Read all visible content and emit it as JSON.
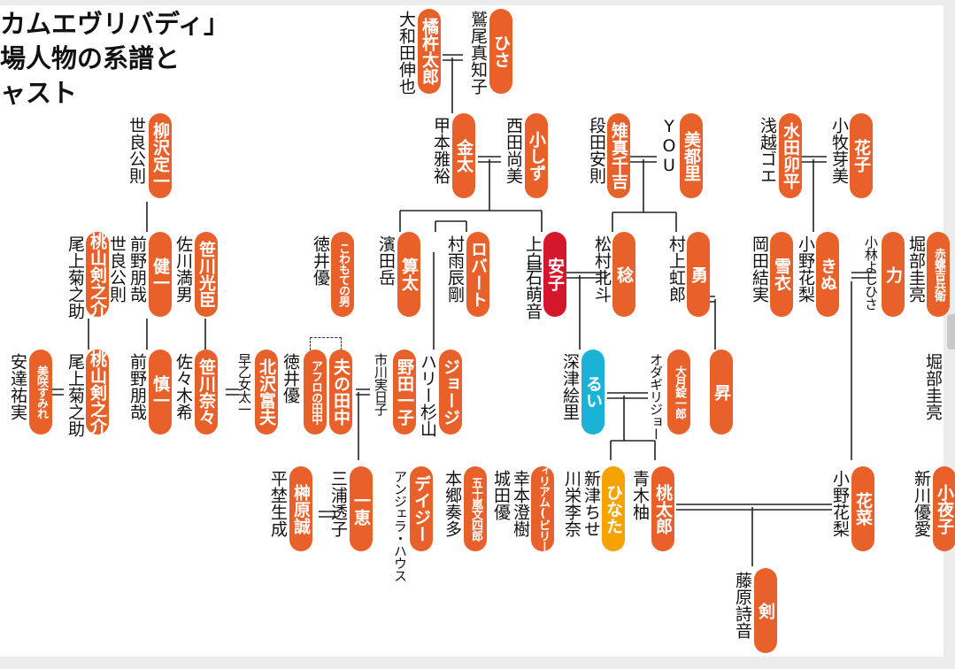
{
  "title": "カムエヴリバディ」\n場人物の系譜と\nャスト",
  "colors": {
    "character": "#e8612a",
    "red": "#d5172c",
    "cyan": "#1ab3d6",
    "yellow": "#f5a300"
  },
  "people": [
    {
      "id": "hisa",
      "name": "ひさ",
      "actor": "鷲尾真知子"
    },
    {
      "id": "kitsutaro",
      "name": "橘杵太郎",
      "actor": "大和田伸也"
    },
    {
      "id": "kinta",
      "name": "金太",
      "actor": "甲本雅裕"
    },
    {
      "id": "koshizu",
      "name": "小しず",
      "actor": "西田尚美"
    },
    {
      "id": "chie",
      "name": "雉真千吉",
      "actor": "段田安則"
    },
    {
      "id": "mitsuri",
      "name": "美都里",
      "actor": "YOU"
    },
    {
      "id": "uhei",
      "name": "水田卯平",
      "actor": "浅越ゴエ"
    },
    {
      "id": "hanako",
      "name": "花子",
      "actor": "小牧芽美"
    },
    {
      "id": "sadaichi",
      "name": "柳沢定一",
      "actor": "世良公則"
    },
    {
      "id": "kenichi",
      "name": "健一",
      "actor": "前野朋哉"
    },
    {
      "id": "kenichi2",
      "name": "健一",
      "actor": "世良公則"
    },
    {
      "id": "kenshinosuke",
      "name": "桃山剣之介",
      "actor": "尾上菊之助"
    },
    {
      "id": "koshin",
      "name": "笹川光臣",
      "actor": "佐川満男"
    },
    {
      "id": "wakamono",
      "name": "こわもての男",
      "actor": "徳井優"
    },
    {
      "id": "santa",
      "name": "算太",
      "actor": "濱田岳"
    },
    {
      "id": "robert",
      "name": "ロバート",
      "actor": "村雨辰剛"
    },
    {
      "id": "anna",
      "name": "安子",
      "actor": "上白石萌音"
    },
    {
      "id": "ken",
      "name": "稔",
      "actor": "松村北斗"
    },
    {
      "id": "isamu",
      "name": "勇",
      "actor": "村上虹郎"
    },
    {
      "id": "yukie",
      "name": "雪衣",
      "actor": "岡田結実"
    },
    {
      "id": "kinu",
      "name": "きぬ",
      "actor": "小野花梨"
    },
    {
      "id": "riki",
      "name": "力",
      "actor": "小林よしひさ"
    },
    {
      "id": "akaneko",
      "name": "赤螺吉兵衛",
      "actor": "堀部圭亮"
    },
    {
      "id": "misaki",
      "name": "美咲すみれ",
      "actor": "安達祐実"
    },
    {
      "id": "kenshinosuke2",
      "name": "桃山剣之介",
      "actor": "尾上菊之助"
    },
    {
      "id": "shinichi",
      "name": "慎一",
      "actor": "前野朋哉"
    },
    {
      "id": "nao",
      "name": "笹川奈々",
      "actor": "佐々木希"
    },
    {
      "id": "kitazawa",
      "name": "北沢富夫",
      "actor": "早乙女太一"
    },
    {
      "id": "afro",
      "name": "アフロの田中",
      "actor": "徳井優"
    },
    {
      "id": "tanaka",
      "name": "夫の田中",
      "actor": "徳井優"
    },
    {
      "id": "noda",
      "name": "野田一子",
      "actor": "市川実日子"
    },
    {
      "id": "george",
      "name": "ジョージ",
      "actor": "ハリー杉山"
    },
    {
      "id": "rui",
      "name": "るい",
      "actor": "深津絵里"
    },
    {
      "id": "otsuki",
      "name": "大月錠一郎",
      "actor": "オダギリジョー"
    },
    {
      "id": "noboru",
      "name": "昇",
      "actor": ""
    },
    {
      "id": "ikeda",
      "name": "堀部圭亮",
      "actor": "堀部圭亮"
    },
    {
      "id": "sakaki",
      "name": "榊原誠",
      "actor": "平埜生成"
    },
    {
      "id": "ichie",
      "name": "一恵",
      "actor": "三浦透子"
    },
    {
      "id": "daisy",
      "name": "デイジー",
      "actor": "アンジェラ・ハウス"
    },
    {
      "id": "gojuarashi",
      "name": "五十嵐文四郎",
      "actor": "本郷奏多"
    },
    {
      "id": "william",
      "name": "ウィリアム(ビリー)",
      "actor": "城田優"
    },
    {
      "id": "william_b",
      "name": "",
      "actor": "幸本澄樹"
    },
    {
      "id": "hinata",
      "name": "ひなた",
      "actor": "新津ちせ"
    },
    {
      "id": "hinata2",
      "name": "",
      "actor": "川栄李奈"
    },
    {
      "id": "momotaro",
      "name": "桃太郎",
      "actor": "青木柚"
    },
    {
      "id": "hana",
      "name": "花菜",
      "actor": "小野花梨"
    },
    {
      "id": "sayako",
      "name": "小夜子",
      "actor": "新川優愛"
    },
    {
      "id": "tsuyoshi",
      "name": "剣",
      "actor": "藤原詩音"
    }
  ]
}
